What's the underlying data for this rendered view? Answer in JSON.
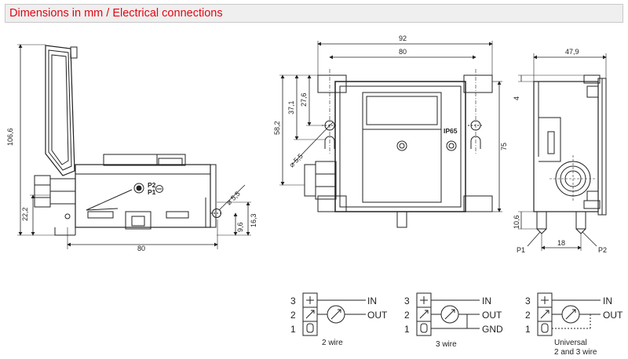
{
  "header": {
    "title": "Dimensions in mm / Electrical connections"
  },
  "side_view": {
    "dim_height": "106,6",
    "dim_left_low": "22,2",
    "dim_width": "80",
    "dim_hole": "⌀ 5,5",
    "dim_right_a": "9,6",
    "dim_right_b": "16,3",
    "port_label_p2": "P2",
    "port_label_p1": "P1"
  },
  "front_view": {
    "dim_outer_width": "92",
    "dim_inner_width": "80",
    "dim_height": "75",
    "dim_left_a": "58,2",
    "dim_left_b": "37,1",
    "dim_left_c": "27,6",
    "dim_hole": "⌀ 5,5",
    "ip_rating": "IP65"
  },
  "end_view": {
    "dim_width": "47,9",
    "dim_top": "4",
    "dim_bottom": "10,6",
    "dim_port_spacing": "18",
    "port_p1": "P1",
    "port_p2": "P2"
  },
  "wiring": [
    {
      "terminals": [
        "3",
        "2",
        "1"
      ],
      "labels": [
        "IN",
        "OUT",
        ""
      ],
      "caption": "2 wire"
    },
    {
      "terminals": [
        "3",
        "2",
        "1"
      ],
      "labels": [
        "IN",
        "OUT",
        "GND"
      ],
      "caption": "3 wire"
    },
    {
      "terminals": [
        "3",
        "2",
        "1"
      ],
      "labels": [
        "IN",
        "OUT",
        ""
      ],
      "caption": "Universal",
      "caption2": "2 and 3 wire"
    }
  ]
}
